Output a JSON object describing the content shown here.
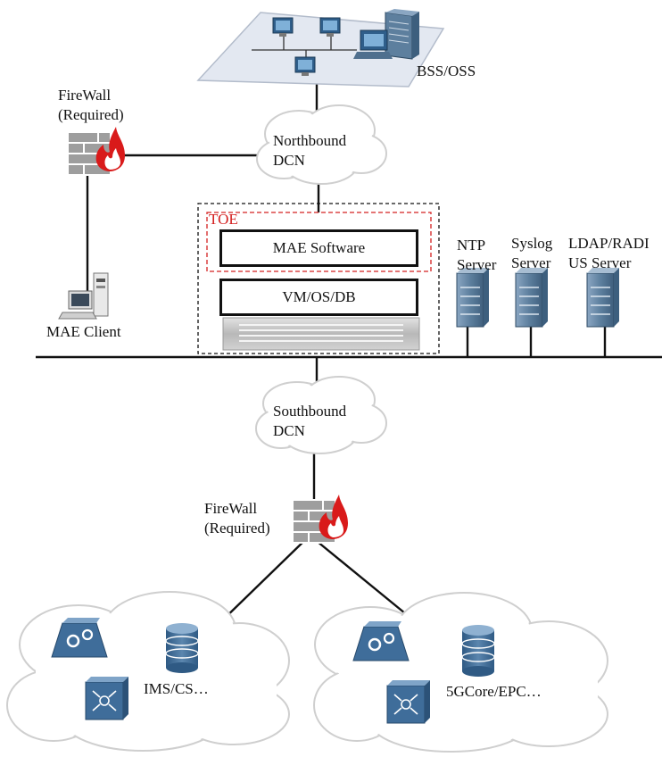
{
  "colors": {
    "line": "#111111",
    "toe_border": "#d42020",
    "server": "#5d7f9e",
    "server_dark": "#3d5f7e",
    "cloud_edge": "#c9c9c9",
    "firewall_brick": "#9e9e9e",
    "firewall_flame": "#d91a1a",
    "platform": "#e3e8f1",
    "network_icon": "#3f6d9a"
  },
  "icons": {
    "bss_network": "computer-network-icon",
    "firewall": "firewall-icon",
    "client": "workstation-icon",
    "server": "server-rack-icon",
    "hardware": "blade-server-icon",
    "network_element": "network-element-icon",
    "database": "database-icon",
    "switch": "switch-icon"
  },
  "labels": {
    "bss_oss": "BSS/OSS",
    "fw_top": [
      "FireWall",
      "(Required)"
    ],
    "fw_bottom": [
      "FireWall",
      "(Required)"
    ],
    "northbound": [
      "Northbound",
      "DCN"
    ],
    "southbound": [
      "Southbound",
      "DCN"
    ],
    "toe": "TOE",
    "mae_software": "MAE Software",
    "vm_os_db": "VM/OS/DB",
    "mae_client": "MAE Client",
    "ntp": [
      "NTP",
      "Server"
    ],
    "syslog": [
      "Syslog",
      "Server"
    ],
    "ldap": [
      "LDAP/RADI",
      "US Server"
    ],
    "ims": "IMS/CS…",
    "core5g": "5GCore/EPC…"
  }
}
